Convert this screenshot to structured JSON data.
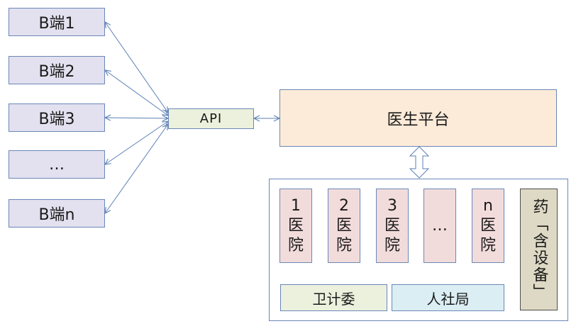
{
  "clients": [
    {
      "label": "B端1"
    },
    {
      "label": "B端2"
    },
    {
      "label": "B端3"
    },
    {
      "label": "…"
    },
    {
      "label": "B端n"
    }
  ],
  "api": {
    "label": "API"
  },
  "doctor_platform": {
    "label": "医生平台"
  },
  "hospitals": [
    {
      "num": "1",
      "l1": "医",
      "l2": "院"
    },
    {
      "num": "2",
      "l1": "医",
      "l2": "院"
    },
    {
      "num": "3",
      "l1": "医",
      "l2": "院"
    },
    {
      "num": "…",
      "l1": "",
      "l2": ""
    },
    {
      "num": "n",
      "l1": "医",
      "l2": "院"
    }
  ],
  "pharma": {
    "label": "药「含设备」"
  },
  "weijiwei": {
    "label": "卫计委"
  },
  "shebao": {
    "label": "人社局"
  },
  "colors": {
    "line": "#5b7fb5",
    "client_fill": "#e3e0ef",
    "api_fill": "#ebf1dd",
    "doctor_fill": "#fdebd9",
    "hospital_fill": "#f2dcdb",
    "pharma_fill": "#ddd9c4",
    "shebao_fill": "#dbeef3"
  }
}
